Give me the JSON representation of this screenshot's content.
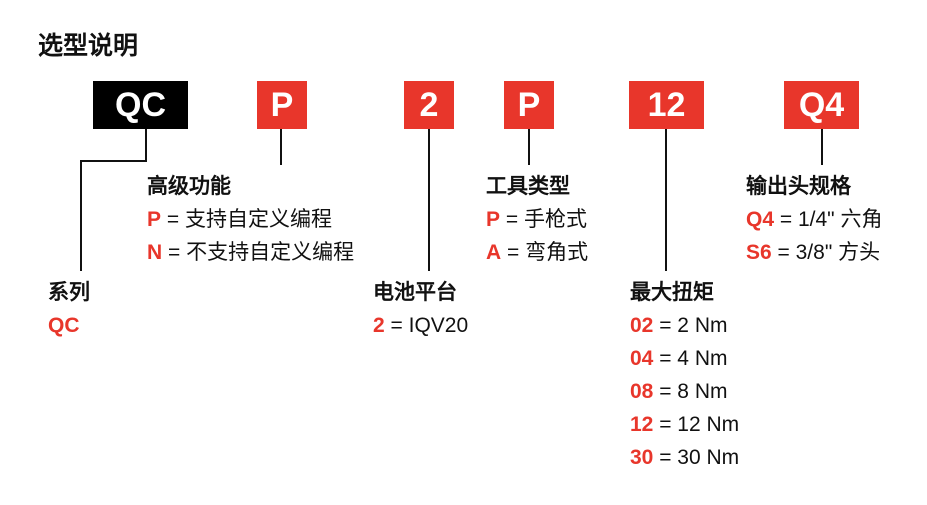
{
  "title": "选型说明",
  "codes": {
    "series": "QC",
    "function": "P",
    "battery": "2",
    "type": "P",
    "torque": "12",
    "output": "Q4"
  },
  "colors": {
    "accent": "#e8362b",
    "series_box": "#000000"
  },
  "groups": {
    "series": {
      "heading": "系列",
      "items": [
        {
          "code": "QC",
          "text": ""
        }
      ]
    },
    "function": {
      "heading": "高级功能",
      "items": [
        {
          "code": "P",
          "text": "= 支持自定义编程"
        },
        {
          "code": "N",
          "text": "= 不支持自定义编程"
        }
      ]
    },
    "battery": {
      "heading": "电池平台",
      "items": [
        {
          "code": "2",
          "text": "= IQV20"
        }
      ]
    },
    "type": {
      "heading": "工具类型",
      "items": [
        {
          "code": "P",
          "text": "= 手枪式"
        },
        {
          "code": "A",
          "text": "= 弯角式"
        }
      ]
    },
    "torque": {
      "heading": "最大扭矩",
      "items": [
        {
          "code": "02",
          "text": "= 2 Nm"
        },
        {
          "code": "04",
          "text": "= 4 Nm"
        },
        {
          "code": "08",
          "text": "= 8 Nm"
        },
        {
          "code": "12",
          "text": "= 12 Nm"
        },
        {
          "code": "30",
          "text": "= 30 Nm"
        }
      ]
    },
    "output": {
      "heading": "输出头规格",
      "items": [
        {
          "code": "Q4",
          "text": "= 1/4\" 六角"
        },
        {
          "code": "S6",
          "text": "= 3/8\" 方头"
        }
      ]
    }
  }
}
